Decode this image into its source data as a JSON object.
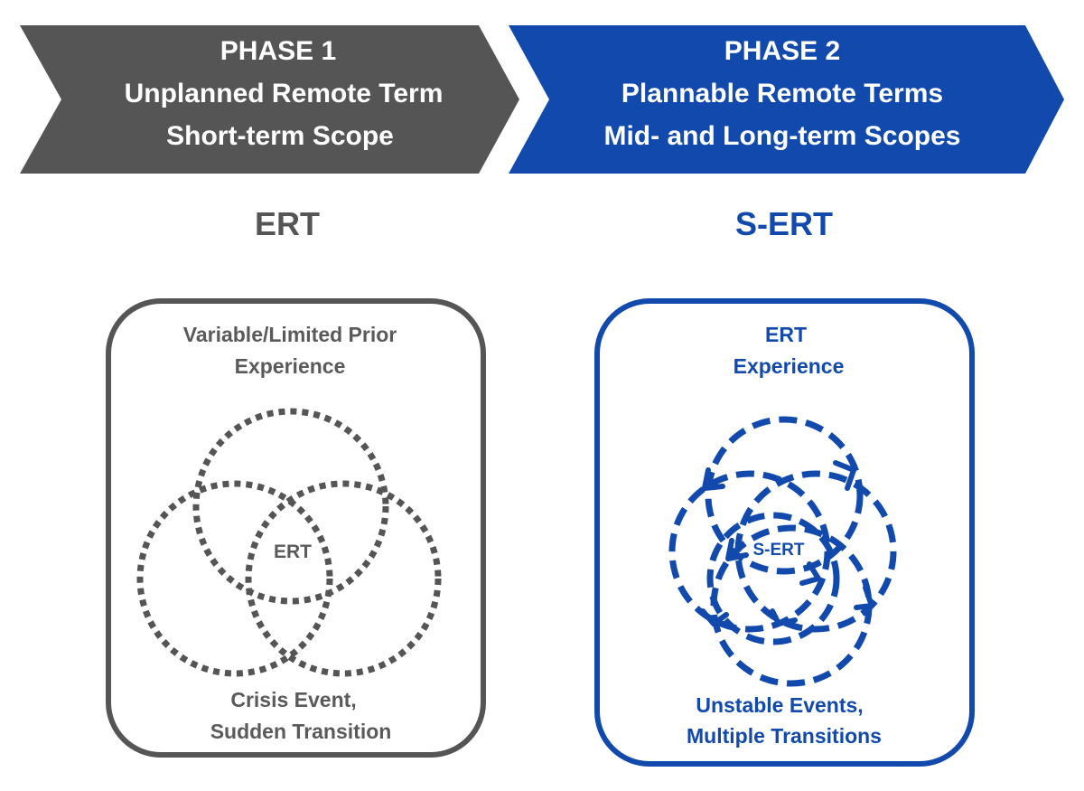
{
  "colors": {
    "phase1": "#555555",
    "phase2": "#1149ad",
    "text_light": "#ffffff",
    "box1_text": "#5a5a5a"
  },
  "phase1": {
    "line1": "PHASE 1",
    "line2": "Unplanned Remote Term",
    "line3": "Short-term Scope",
    "heading": "ERT",
    "box": {
      "top_line1": "Variable/Limited Prior",
      "top_line2": "Experience",
      "center": "ERT",
      "bottom_line1": "Crisis Event,",
      "bottom_line2": "Sudden Transition"
    }
  },
  "phase2": {
    "line1": "PHASE 2",
    "line2": "Plannable Remote Terms",
    "line3": "Mid- and Long-term Scopes",
    "heading": "S-ERT",
    "box": {
      "top_line1": "ERT",
      "top_line2": "Experience",
      "center": "S-ERT",
      "bottom_line1": "Unstable Events,",
      "bottom_line2": "Multiple Transitions"
    }
  }
}
